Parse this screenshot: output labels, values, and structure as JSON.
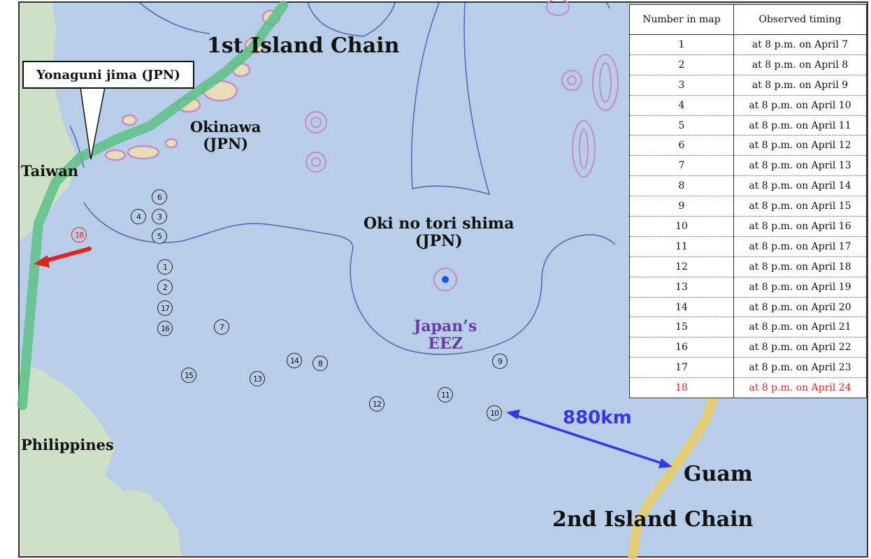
{
  "callout_label": "Yonaguni jima (JPN)",
  "labels": {
    "first_chain": "1st Island Chain",
    "second_chain": "2nd Island Chain",
    "okinawa": "Okinawa\n(JPN)",
    "taiwan": "Taiwan",
    "philippines": "Philippines",
    "okinotori": "Oki no tori shima\n(JPN)",
    "eez": "Japan’s\nEEZ",
    "guam": "Guam",
    "distance": "880km"
  },
  "colors": {
    "sea": "#b8cde8",
    "land": "#cfe0c8",
    "eez_line": "#5a5fb8",
    "first_chain": "#5cbf86",
    "second_chain": "#e8cc6a",
    "distance_arrow": "#3636e6",
    "eez_text": "#6a3aa8",
    "movement_arrow": "#e0241b",
    "highlight_row": "#e0241b"
  },
  "legend": {
    "headers": [
      "Number in map",
      "Observed timing"
    ],
    "rows": [
      {
        "n": "1",
        "t": "at 8 p.m. on April 7"
      },
      {
        "n": "2",
        "t": "at 8 p.m. on April 8"
      },
      {
        "n": "3",
        "t": "at 8 p.m. on April 9"
      },
      {
        "n": "4",
        "t": "at 8 p.m. on April 10"
      },
      {
        "n": "5",
        "t": "at 8 p.m. on April 11"
      },
      {
        "n": "6",
        "t": "at 8 p.m. on April 12"
      },
      {
        "n": "7",
        "t": "at 8 p.m. on April 13"
      },
      {
        "n": "8",
        "t": "at 8 p.m. on April 14"
      },
      {
        "n": "9",
        "t": "at 8 p.m. on April 15"
      },
      {
        "n": "10",
        "t": "at 8 p.m. on April 16"
      },
      {
        "n": "11",
        "t": "at 8 p.m. on April 17"
      },
      {
        "n": "12",
        "t": "at 8 p.m. on April 18"
      },
      {
        "n": "13",
        "t": "at 8 p.m. on April 19"
      },
      {
        "n": "14",
        "t": "at 8 p.m. on April 20"
      },
      {
        "n": "15",
        "t": "at 8 p.m. on April 21"
      },
      {
        "n": "16",
        "t": "at 8 p.m. on April 22"
      },
      {
        "n": "17",
        "t": "at 8 p.m. on April 23"
      },
      {
        "n": "18",
        "t": "at 8 p.m. on April 24",
        "highlight": true
      }
    ]
  },
  "markers": [
    "1",
    "2",
    "3",
    "4",
    "5",
    "6",
    "7",
    "8",
    "9",
    "10",
    "11",
    "12",
    "13",
    "14",
    "15",
    "16",
    "17",
    "18"
  ]
}
